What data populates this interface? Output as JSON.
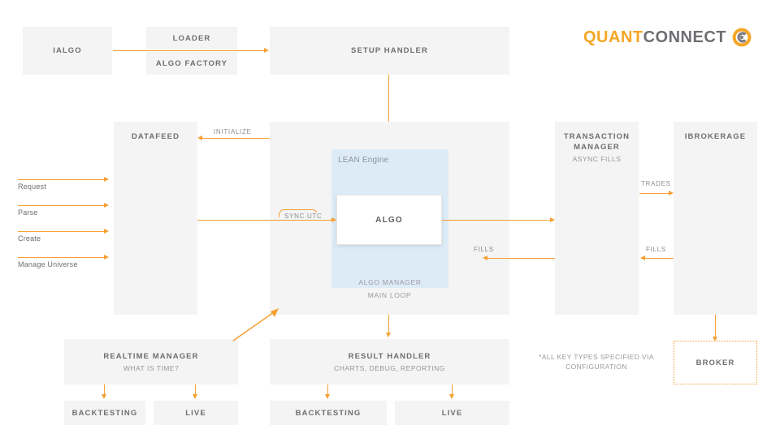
{
  "logo": {
    "part1": "QUANT",
    "part2": "CONNECT",
    "mark": "quantconnect-logo-mark",
    "accent": "#f5a623",
    "gray": "#6e6e73"
  },
  "nodes": {
    "ialgo": {
      "title": "IALGO"
    },
    "loader": {
      "title": "LOADER"
    },
    "algo_factory": {
      "title": "ALGO FACTORY"
    },
    "setup_handler": {
      "title": "SETUP HANDLER"
    },
    "datafeed": {
      "title": "DATAFEED"
    },
    "lean_engine": {
      "title": "LEAN Engine"
    },
    "algo": {
      "title": "ALGO"
    },
    "algo_manager": {
      "title": "ALGO MANAGER"
    },
    "main_loop": {
      "title": "MAIN LOOP"
    },
    "transaction_manager": {
      "title": "TRANSACTION MANAGER",
      "sub": "ASYNC FILLS"
    },
    "ibrokerage": {
      "title": "IBROKERAGE"
    },
    "broker": {
      "title": "BROKER"
    },
    "realtime_manager": {
      "title": "REALTIME MANAGER",
      "sub": "WHAT IS TIME?"
    },
    "result_handler": {
      "title": "RESULT HANDLER",
      "sub": "CHARTS, DEBUG, REPORTING"
    },
    "rt_backtesting": {
      "title": "BACKTESTING"
    },
    "rt_live": {
      "title": "LIVE"
    },
    "rh_backtesting": {
      "title": "BACKTESTING"
    },
    "rh_live": {
      "title": "LIVE"
    }
  },
  "edges": {
    "initialize": "INITIALIZE",
    "sync_utc": "SYNC UTC",
    "trades": "TRADES",
    "fills_engine": "FILLS",
    "fills_broker": "FILLS"
  },
  "left_flows": [
    {
      "label": "Request"
    },
    {
      "label": "Parse"
    },
    {
      "label": "Create"
    },
    {
      "label": "Manage Universe"
    }
  ],
  "note": "*ALL KEY TYPES SPECIFIED VIA CONFIGURATION",
  "colors": {
    "arrow": "#f6a032",
    "box_fill": "#f4f4f4",
    "lean_fill": "#ddebf7",
    "text": "#6e6e73"
  }
}
